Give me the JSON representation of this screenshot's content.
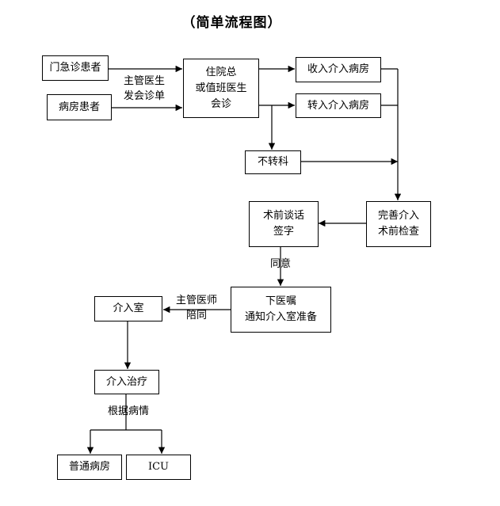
{
  "title": "（简单流程图）",
  "nodes": {
    "outpatient": "门急诊患者",
    "ward_patient": "病房患者",
    "resident_consult": "住院总\n或值班医生\n会诊",
    "admit_interventional": "收入介入病房",
    "transfer_interventional": "转入介入病房",
    "no_transfer": "不转科",
    "complete_exam": "完善介入\n术前检查",
    "preop_talk": "术前谈话\n签字",
    "doctor_order": "下医嘱\n通知介入室准备",
    "intervention_room": "介入室",
    "intervention_treatment": "介入治疗",
    "general_ward": "普通病房",
    "icu": "ICU"
  },
  "edge_labels": {
    "attending_request": "主管医生\n发会诊单",
    "agree": "同意",
    "attending_accompany": "主管医师\n陪同",
    "by_condition": "根据病情"
  }
}
